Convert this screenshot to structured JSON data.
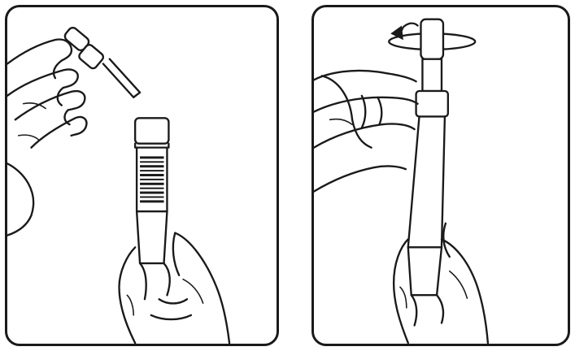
{
  "panels": [
    {
      "id": "step-1",
      "icon": "remove-cap-illustration"
    },
    {
      "id": "step-2",
      "icon": "twist-tip-illustration"
    }
  ],
  "colors": {
    "ink": "#1a1a1a",
    "background": "#ffffff"
  }
}
